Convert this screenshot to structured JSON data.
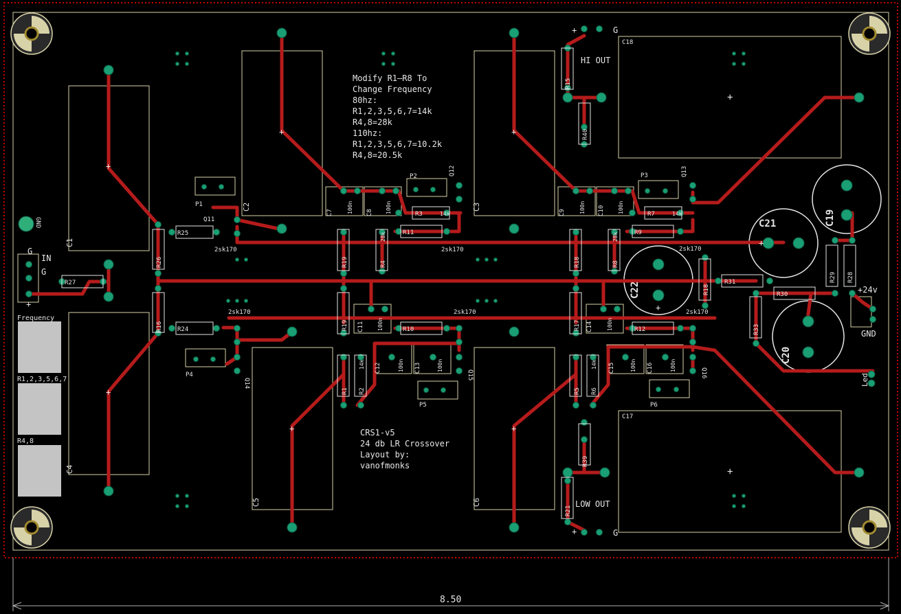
{
  "board": {
    "width_label": "8.50"
  },
  "notes": {
    "modify": [
      "Modify R1–R8 To",
      "Change Frequency",
      "80hz:",
      "R1,2,3,5,6,7=14k",
      "R4,8=28k",
      "110hz:",
      "R1,2,3,5,6,7=10.2k",
      "R4,8=20.5k"
    ],
    "credits": [
      "CRS1-v5",
      "24 db LR Crossover",
      "Layout by:",
      "vanofmonks"
    ]
  },
  "connectors": {
    "in_label": "IN",
    "g": "G",
    "gnd_rot": "GND",
    "hi_out": "HI OUT",
    "low_out": "LOW OUT",
    "v24": "+24v",
    "gnd": "GND",
    "led": "Led"
  },
  "legend": {
    "frequency": "Frequency",
    "r1_7": "R1,2,3,5,6,7",
    "r48": "R4,8"
  },
  "colors": {
    "background": "#000000",
    "trace": "#b51b1b",
    "pad": "#1a9e74",
    "silk": "#e6e6e6",
    "outline": "#d8d2a8",
    "edge": "#c80000"
  },
  "parts": {
    "C1": "C1",
    "C2": "C2",
    "C3": "C3",
    "C4": "C4",
    "C5": "C5",
    "C6": "C6",
    "C7": "C7",
    "C8": "C8",
    "C9": "C9",
    "C10": "C10",
    "C11": "C11",
    "C12": "C12",
    "C13": "C13",
    "C14": "C14",
    "C15": "C15",
    "C16": "C16",
    "C17": "C17",
    "C18": "C18",
    "C19": "C19",
    "C20": "C20",
    "C21": "C21",
    "C22": "C22",
    "P1": "P1",
    "P2": "P2",
    "P3": "P3",
    "P4": "P4",
    "P5": "P5",
    "P6": "P6",
    "R1": "R1",
    "R2": "R2",
    "R3": "R3",
    "R4": "R4",
    "R5": "R5",
    "R6": "R6",
    "R7": "R7",
    "R8": "R8",
    "R9": "R9",
    "R10": "R10",
    "R11": "R11",
    "R12": "R12",
    "R15": "R15",
    "R16": "R16",
    "R17": "R17",
    "R18": "R18",
    "R19": "R19",
    "R21": "R21",
    "R24": "R24",
    "R25": "R25",
    "R26": "R26",
    "R27": "R27",
    "R28": "R28",
    "R29": "R29",
    "R30": "R30",
    "R31": "R31",
    "R33": "R33",
    "R39": "R39",
    "R40": "R40",
    "Q11": "Q11",
    "Q12": "Q12",
    "Q13": "Q13",
    "Q14": "Q14",
    "Q15": "Q15",
    "Q16": "Q16",
    "n100": "100n",
    "v14k": "14k",
    "v28k": "28k",
    "sk": "2sk170",
    "plus": "+"
  }
}
